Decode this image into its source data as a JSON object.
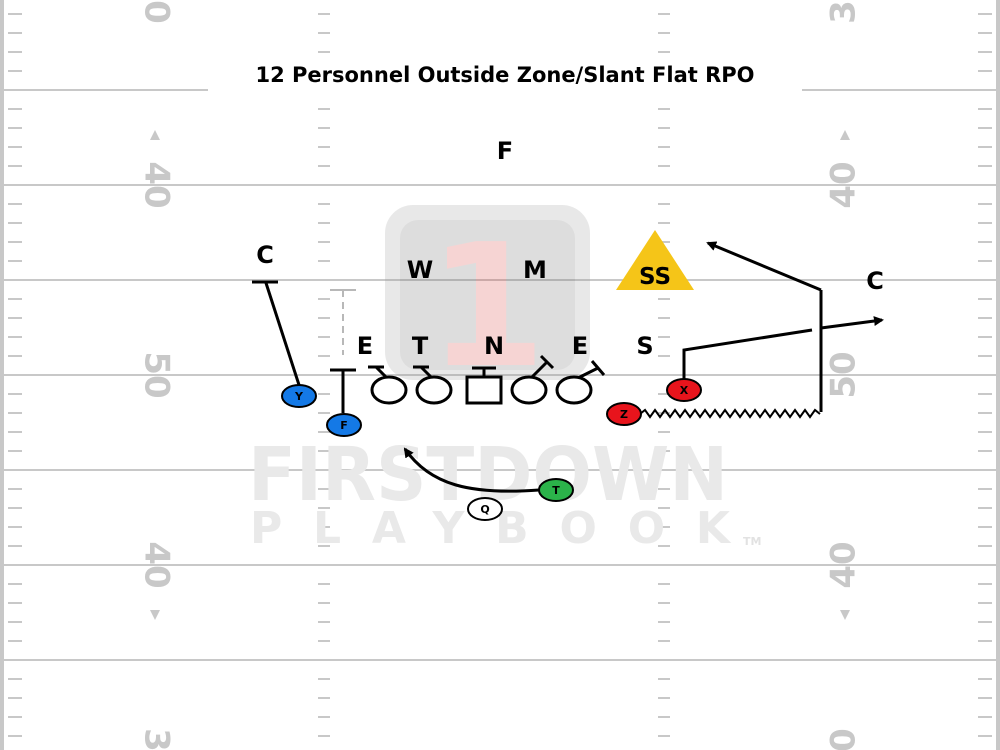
{
  "title": "12 Personnel Outside Zone/Slant Flat RPO",
  "field": {
    "yard_numbers_left": [
      "0",
      "40",
      "50",
      "40",
      "3"
    ],
    "yard_numbers_right": [
      "3",
      "40",
      "50",
      "40",
      "0"
    ],
    "line_color": "#c8c8c8"
  },
  "watermark": {
    "line1": "FIRSTDOWN",
    "line2": "PLAYBOOK",
    "tm": "TM",
    "logo_number": "1"
  },
  "defense": {
    "F": "F",
    "C_left": "C",
    "C_right": "C",
    "W": "W",
    "M": "M",
    "SS": "SS",
    "E_left": "E",
    "T": "T",
    "N": "N",
    "E_right": "E",
    "S": "S",
    "ss_color": "#f5c518"
  },
  "offense": {
    "Y": "Y",
    "F": "F",
    "T": "T",
    "Q": "Q",
    "X": "X",
    "Z": "Z",
    "blue": "#1479e6",
    "green": "#2bb34a",
    "red": "#e8141c"
  }
}
